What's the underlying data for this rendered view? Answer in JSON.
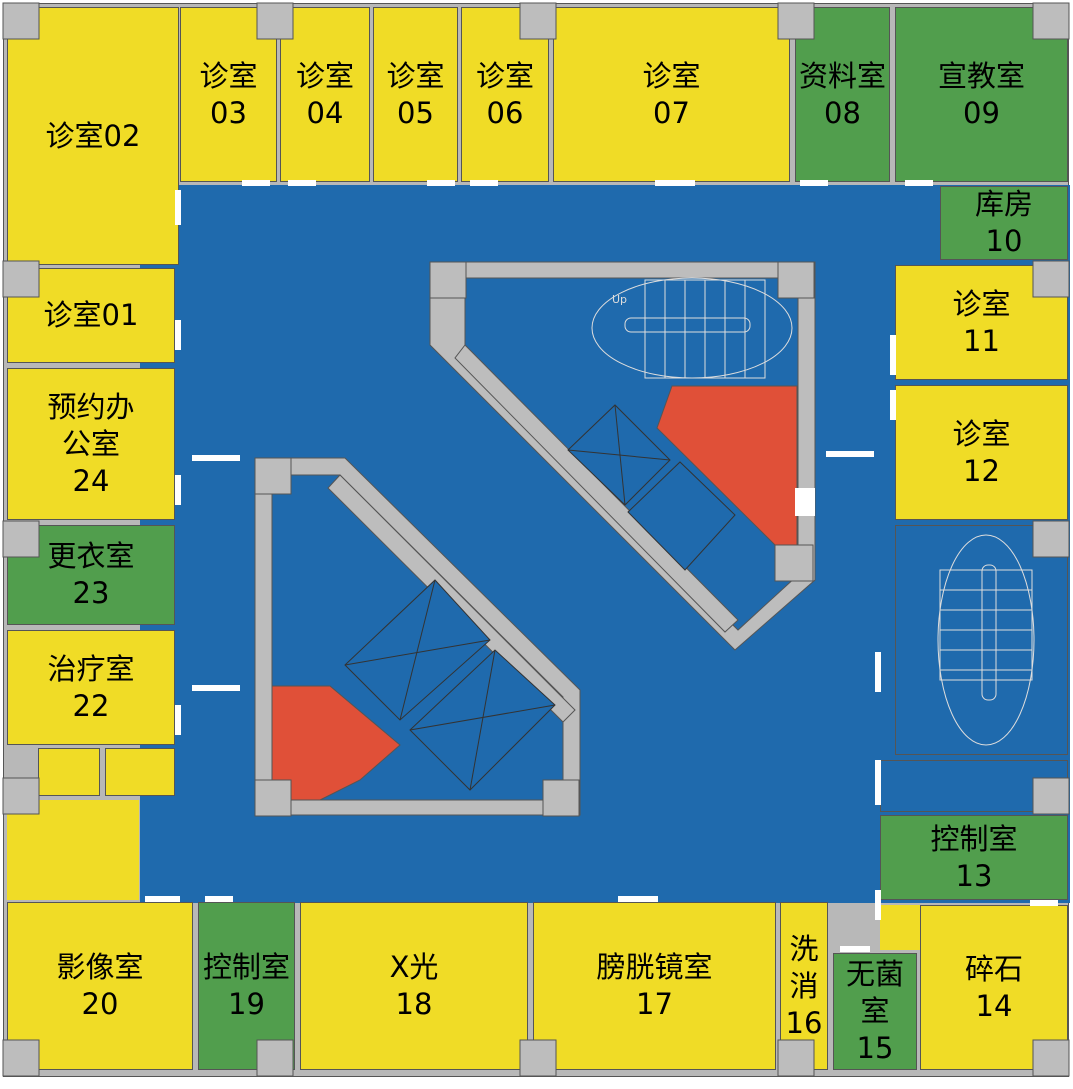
{
  "colors": {
    "clinic": "#f0dc26",
    "support": "#519e4d",
    "corridor": "#1f6aad",
    "toilet": "#e05038",
    "wall": "#bdbdbd"
  },
  "rooms": {
    "r02": {
      "name": "诊室02"
    },
    "r03": {
      "name": "诊室",
      "num": "03"
    },
    "r04": {
      "name": "诊室",
      "num": "04"
    },
    "r05": {
      "name": "诊室",
      "num": "05"
    },
    "r06": {
      "name": "诊室",
      "num": "06"
    },
    "r07": {
      "name": "诊室",
      "num": "07"
    },
    "r08": {
      "name": "资料室",
      "num": "08"
    },
    "r09": {
      "name": "宣教室",
      "num": "09"
    },
    "r10": {
      "name": "库房",
      "num": "10"
    },
    "r11": {
      "name": "诊室",
      "num": "11"
    },
    "r12": {
      "name": "诊室",
      "num": "12"
    },
    "r13": {
      "name": "控制室",
      "num": "13"
    },
    "r14": {
      "name": "碎石",
      "num": "14"
    },
    "r15": {
      "name1": "无菌",
      "name2": "室",
      "num": "15"
    },
    "r16": {
      "name1": "洗",
      "name2": "消",
      "num": "16"
    },
    "r17": {
      "name": "膀胱镜室",
      "num": "17"
    },
    "r18": {
      "name": "X光",
      "num": "18"
    },
    "r19": {
      "name": "控制室",
      "num": "19"
    },
    "r20": {
      "name": "影像室",
      "num": "20"
    },
    "r22": {
      "name": "治疗室",
      "num": "22"
    },
    "r23": {
      "name": "更衣室",
      "num": "23"
    },
    "r24": {
      "name1": "预约办",
      "name2": "公室",
      "num": "24"
    },
    "r01": {
      "name": "诊室01"
    }
  },
  "stairs": {
    "up_label": "Up"
  }
}
